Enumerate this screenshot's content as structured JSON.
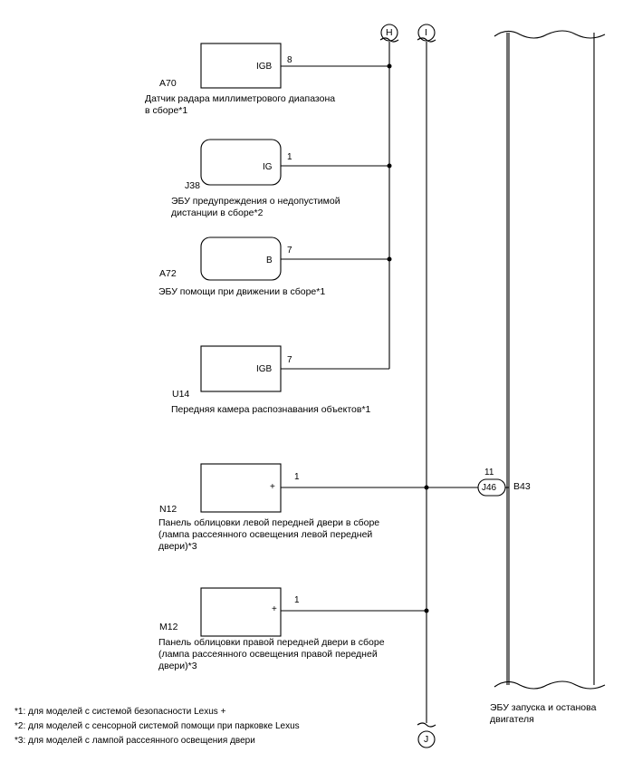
{
  "connectors": {
    "h": "H",
    "i": "I",
    "j": "J"
  },
  "components": [
    {
      "code": "A70",
      "terminal": "IGB",
      "pin": "8",
      "desc": [
        "Датчик радара миллиметрового диапазона",
        "в сборе*1"
      ]
    },
    {
      "code": "J38",
      "terminal": "IG",
      "pin": "1",
      "desc": [
        "ЭБУ предупреждения о недопустимой",
        "дистанции в сборе*2"
      ]
    },
    {
      "code": "A72",
      "terminal": "B",
      "pin": "7",
      "desc": [
        "ЭБУ помощи при движении в сборе*1"
      ]
    },
    {
      "code": "U14",
      "terminal": "IGB",
      "pin": "7",
      "desc": [
        "Передняя камера распознавания объектов*1"
      ]
    },
    {
      "code": "N12",
      "terminal": "+",
      "pin": "1",
      "desc": [
        "Панель облицовки левой передней двери в сборе",
        "(лампа рассеянного освещения левой передней",
        "двери)*3"
      ]
    },
    {
      "code": "M12",
      "terminal": "+",
      "pin": "1",
      "desc": [
        "Панель облицовки правой передней двери в сборе",
        "(лампа рассеянного освещения правой передней",
        "двери)*3"
      ]
    }
  ],
  "ecu": {
    "code": "B43",
    "pin": "11",
    "connector": "J46",
    "desc": [
      "ЭБУ запуска и останова",
      "двигателя"
    ]
  },
  "footnotes": [
    "*1: для моделей с системой безопасности Lexus +",
    "*2: для моделей с сенсорной системой помощи при парковке Lexus",
    "*3: для моделей с лампой рассеянного освещения двери"
  ]
}
